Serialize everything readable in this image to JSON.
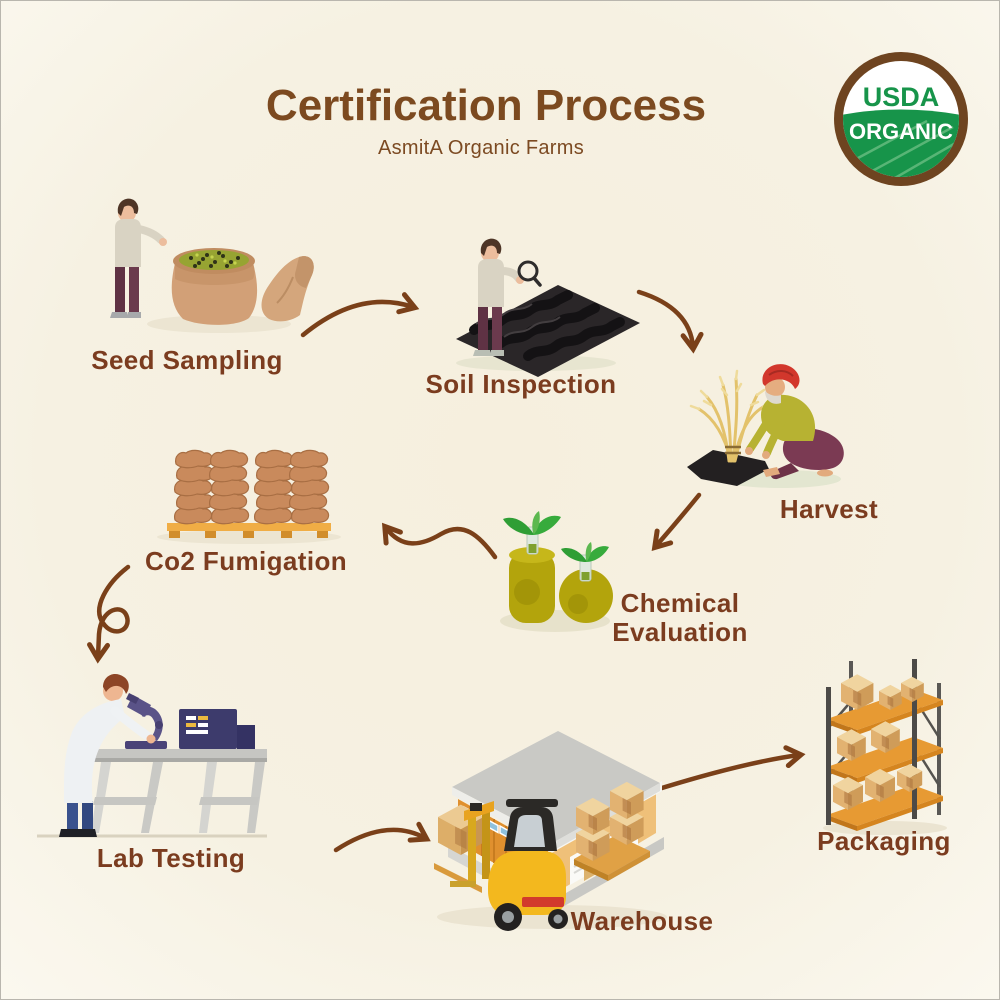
{
  "title": "Certification Process",
  "subtitle": "AsmitA Organic Farms",
  "badge": {
    "top": "USDA",
    "bottom": "ORGANIC"
  },
  "steps": [
    {
      "label": "Seed Sampling"
    },
    {
      "label": "Soil Inspection"
    },
    {
      "label": "Harvest"
    },
    {
      "label": "Chemical Evaluation"
    },
    {
      "label": "Co2 Fumigation"
    },
    {
      "label": "Lab Testing"
    },
    {
      "label": "Warehouse"
    },
    {
      "label": "Packaging"
    }
  ],
  "colors": {
    "background": "#f6f1e2",
    "heading": "#7c4a20",
    "label": "#7b3c1f",
    "arrow": "#7a4019",
    "badge_ring": "#6e4420",
    "badge_green": "#17944a"
  }
}
